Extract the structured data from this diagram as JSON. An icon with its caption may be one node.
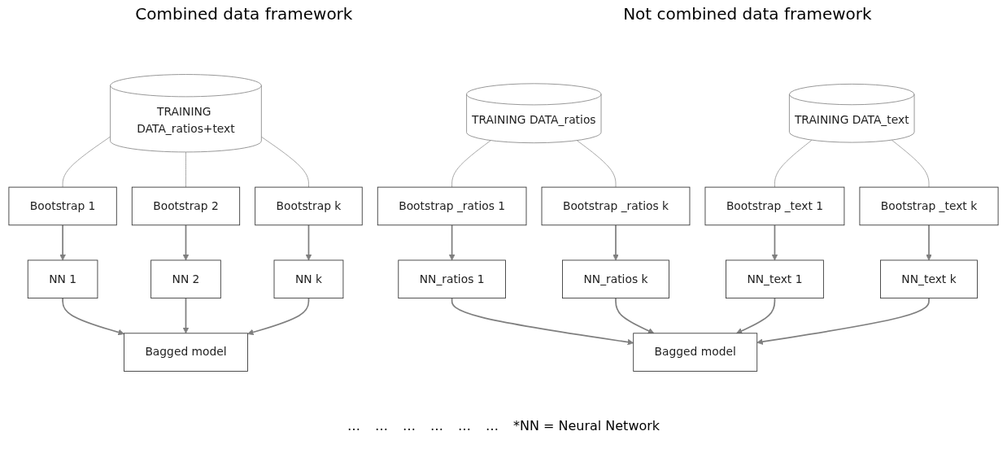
{
  "diagram": {
    "nodes": [
      {
        "text": [
          "TRAINING DATA_ratios+text"
        ]
      },
      {
        "text": [
          "Bootstrap 1"
        ]
      },
      {
        "text": [
          "Bootstrap 2"
        ]
      },
      {
        "text": [
          "Bootstrap k"
        ]
      },
      {
        "text": [
          "NN 1"
        ]
      },
      {
        "text": [
          "NN 2"
        ]
      },
      {
        "text": [
          "NN k"
        ]
      },
      {
        "text": [
          "Bagged model"
        ]
      },
      {
        "text": [
          "TRAINING DATA_ratios"
        ]
      },
      {
        "text": [
          "TRAINING DATA_text"
        ]
      },
      {
        "text": [
          "Bootstrap _ratios 1"
        ]
      },
      {
        "text": [
          "Bootstrap _ratios k"
        ]
      },
      {
        "text": [
          "Bootstrap _text 1"
        ]
      },
      {
        "text": [
          "Bootstrap _text k"
        ]
      },
      {
        "text": [
          "NN_ratios 1"
        ]
      },
      {
        "text": [
          "NN_ratios k"
        ]
      },
      {
        "text": [
          "NN_text 1"
        ]
      },
      {
        "text": [
          "NN_text k"
        ]
      },
      {
        "text": [
          "Bagged model"
        ]
      }
    ],
    "edges": [
      {
        "from": 0,
        "to": 1,
        "arrow": "none"
      },
      {
        "from": 0,
        "to": 2,
        "arrow": "none"
      },
      {
        "from": 0,
        "to": 3,
        "arrow": "none"
      },
      {
        "from": 1,
        "to": 4,
        "arrow": "to"
      },
      {
        "from": 2,
        "to": 5,
        "arrow": "to"
      },
      {
        "from": 3,
        "to": 6,
        "arrow": "to"
      },
      {
        "from": 4,
        "to": 7,
        "arrow": "to"
      },
      {
        "from": 5,
        "to": 7,
        "arrow": "to"
      },
      {
        "from": 6,
        "to": 7,
        "arrow": "to"
      },
      {
        "from": 8,
        "to": 10,
        "arrow": "none"
      },
      {
        "from": 8,
        "to": 11,
        "arrow": "none"
      },
      {
        "from": 9,
        "to": 12,
        "arrow": "none"
      },
      {
        "from": 9,
        "to": 13,
        "arrow": "none"
      },
      {
        "from": 10,
        "to": 14,
        "arrow": "to"
      },
      {
        "from": 11,
        "to": 15,
        "arrow": "to"
      },
      {
        "from": 12,
        "to": 16,
        "arrow": "to"
      },
      {
        "from": 13,
        "to": 17,
        "arrow": "to"
      },
      {
        "from": 14,
        "to": 18,
        "arrow": "to"
      },
      {
        "from": 15,
        "to": 18,
        "arrow": "to"
      },
      {
        "from": 16,
        "to": 18,
        "arrow": "to"
      },
      {
        "from": 17,
        "to": 18,
        "arrow": "to"
      }
    ],
    "labels": [
      "Combined data framework",
      "Not combined data framework",
      "…",
      "…",
      "…",
      "…",
      "…",
      "…",
      "*NN = Neural Network"
    ]
  }
}
